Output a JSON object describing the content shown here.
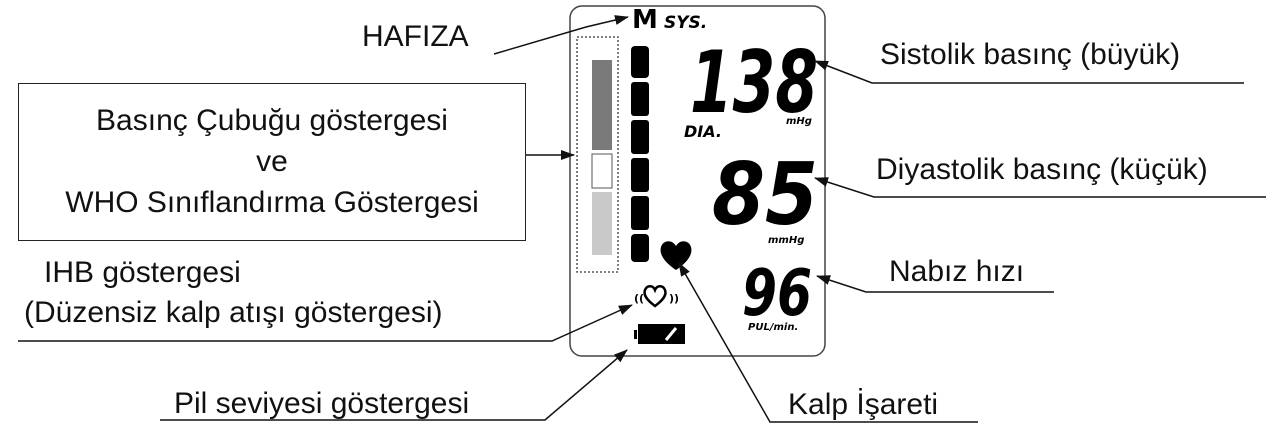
{
  "labels": {
    "memory": "HAFIZA",
    "bar_line1": "Basınç Çubuğu göstergesi",
    "bar_line2": "ve",
    "bar_line3": "WHO Sınıflandırma Göstergesi",
    "ihb_line1": "IHB göstergesi",
    "ihb_line2": "(Düzensiz kalp atışı göstergesi)",
    "battery": "Pil seviyesi göstergesi",
    "systolic": "Sistolik basınç (büyük)",
    "diastolic": "Diyastolik basınç (küçük)",
    "pulse": "Nabız hızı",
    "heart": "Kalp İşareti"
  },
  "display": {
    "memory_icon": "M",
    "sys_label": "SYS.",
    "dia_label": "DIA.",
    "systolic_value": "138",
    "systolic_unit": "mHg",
    "diastolic_value": "85",
    "diastolic_unit": "mmHg",
    "pulse_value": "96",
    "pulse_unit": "PUL/min."
  },
  "icons": {
    "heart": "heart-icon",
    "ihb": "irregular-heartbeat-icon",
    "battery": "battery-icon"
  },
  "colors": {
    "bar_dark": "#7a7a7a",
    "bar_light": "#c9c9c9",
    "lcd_segment": "#000000"
  }
}
